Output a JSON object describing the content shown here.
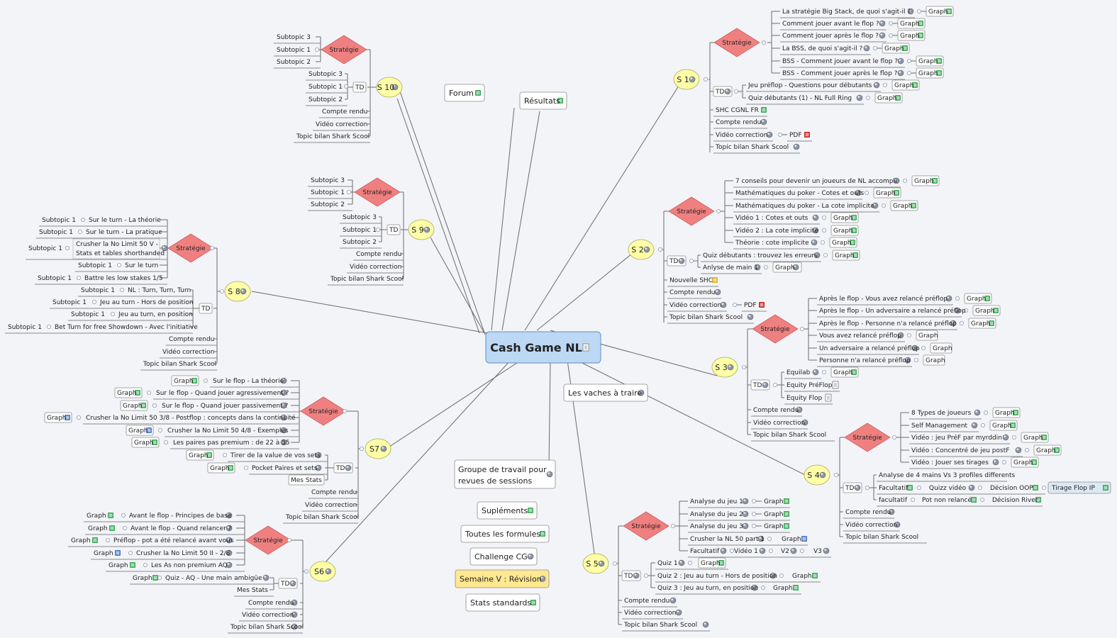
{
  "colors": {
    "bg": "#f3f4f8",
    "line": "#6b6b6b",
    "session_fill": "#ffffa8",
    "central_fill": "#bcd8f4",
    "diamond_fill": "#f08080",
    "yellow_box": "#ffe890",
    "graph_icon": "#3caa5a",
    "m_icon": "#4a78c8",
    "pdf_icon": "#cc2222",
    "f_icon": "#e0b020"
  },
  "central": {
    "label": "Cash Game NL",
    "icon": "note-icon"
  },
  "side": {
    "forum": "Forum",
    "resultats": "Résultats",
    "vaches": "Les vaches à traire",
    "groupe_1": "Groupe de travail pour",
    "groupe_2": "revues de sessions",
    "suplements": "Supléments",
    "formules": "Toutes les formules",
    "challenge": "Challenge CG",
    "semaine": "Semaine V : Révision",
    "stats": "Stats standards"
  },
  "common": {
    "strategie": "Stratégie",
    "td": "TD",
    "graph": "Graph",
    "pdf": "PDF",
    "compte_rendu": "Compte rendu",
    "video_correction": "Vidéo correction",
    "topic_bilan": "Topic bilan Shark Scool",
    "mes_stats": "Mes Stats",
    "subtopic_1": "Subtopic 1",
    "subtopic_2": "Subtopic 2",
    "subtopic_3": "Subtopic 3"
  },
  "sessions": {
    "s1": "S 1",
    "s2": "S 2",
    "s3": "S 3",
    "s4": "S 4",
    "s5": "S 5",
    "s6": "S6",
    "s7": "S7",
    "s8": "S 8",
    "s9": "S 9",
    "s10": "S 10"
  },
  "s1": {
    "strat": [
      "La stratégie Big Stack, de quoi s'agit-il ?",
      "Comment jouer avant le flop ?",
      "Comment jouer après le flop ?",
      "La BSS, de quoi s'agit-il ?",
      "BSS - Comment jouer avant le flop ?",
      "BSS - Comment jouer après le flop ?"
    ],
    "td": [
      "Jeu préflop - Questions pour débutants",
      "Quiz débutants (1) - NL Full Ring"
    ],
    "shc": "SHC CGNL FR"
  },
  "s2": {
    "strat": [
      "7 conseils pour devenir un joueurs de NL accompli",
      "Mathématiques du poker - Cotes et outs",
      "Mathématiques du poker - La cote implicite",
      "Vidéo 1 : Cotes et outs",
      "Vidéo 2 : La cote implicite",
      "Théorie : cote implicite"
    ],
    "td": [
      "Quiz débutants : trouvez les erreurs",
      "Anlyse de main 1"
    ],
    "shc": "Nouvelle SHC"
  },
  "s3": {
    "strat": [
      "Après le flop - Vous avez relancé préflop",
      "Après le flop - Un adversaire a relancé préflop",
      "Après le flop - Personne n'a relancé préflop",
      "Vous avez relancé préflop",
      "Un adversaire a relancé préflop",
      "Personne n'a relancé préflop"
    ],
    "td": [
      "Equilab",
      "Equity PréFlop",
      "Equity Flop"
    ]
  },
  "s4": {
    "strat": [
      "8 Types de joueurs",
      "Self Management",
      "Vidéo : jeu PréF par myrddin",
      "Vidéo : Concentré de jeu postF",
      "Vidéo : Jouer ses tirages"
    ],
    "analyse": "Analyse de 4 mains Vs 3 profiles differents",
    "fac1": "Facultatif",
    "quiz": "Quizz vidéo",
    "dec_oop": "Décision OOP",
    "tirage": "Tirage Flop IP",
    "fac2": "facultatif",
    "pot": "Pot non relancé",
    "dec_river": "Décision River"
  },
  "s5": {
    "analyse": [
      "Analyse du jeu 1",
      "Analyse du jeu 2",
      "Analyse du jeu 3"
    ],
    "crusher": "Crusher la NL 50 part 1",
    "facultatif": "Facultatif",
    "videos": [
      "Vidéo 1",
      "V2",
      "V3"
    ],
    "quiz": [
      "Quiz 1",
      "Quiz 2 : Jeu au turn - Hors de position",
      "Quiz 3 : Jeu au turn, en position"
    ]
  },
  "s6": {
    "strat": [
      "Avant le flop - Principes de base",
      "Avant le flop - Quand relancer ?",
      "Préflop - pot a été relancé avant vous",
      "Crusher la No Limit 50 II - 2/8",
      "Les As non premium AQ"
    ],
    "td": "Quiz - AQ - Une main ambigüe"
  },
  "s7": {
    "strat": [
      "Sur le flop - La théorie",
      "Sur le flop - Quand jouer agressivement ?",
      "Sur le flop - Quand jouer passivement ?",
      "Crusher la No Limit 50 3/8 - Postflop : concepts dans la continuité",
      "Crusher la No Limit 50 4/8 - Exemples",
      "Les paires pas premium : de 22 à 55"
    ],
    "td": [
      "Tirer de la value de vos sets",
      "Pocket Paires et sets"
    ]
  },
  "s8": {
    "strat": [
      "Sur le turn - La théorie",
      "Sur le turn - La pratique",
      "Crusher la No Limit 50 V -",
      "Stats et tables shorthanded",
      "Sur le turn",
      "Battre les low stakes 1/5"
    ],
    "td": [
      "NL : Turn, Turn, Turn",
      "Jeu au turn - Hors de position",
      "Jeu au turn, en position",
      "Bet Turn for free Showdown - Avec l'initiative"
    ]
  },
  "icons": [
    "note-icon",
    "globe-icon",
    "graph-icon",
    "map-icon",
    "pdf-icon",
    "file-icon",
    "connector-icon"
  ]
}
